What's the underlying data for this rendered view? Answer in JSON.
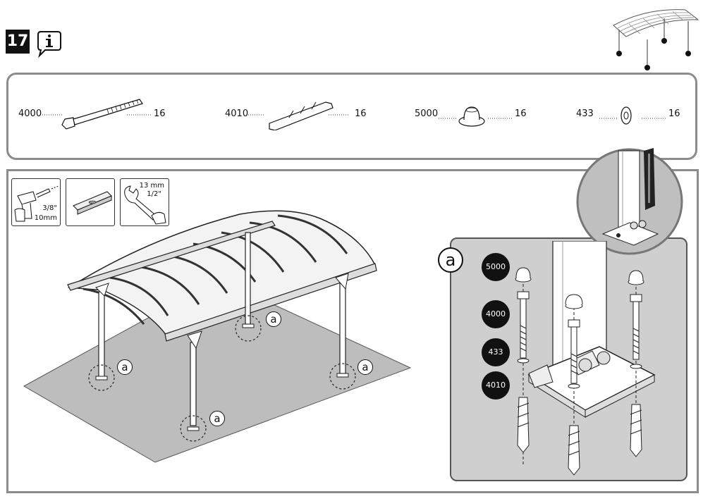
{
  "step": {
    "number": "17"
  },
  "parts": [
    {
      "code": "4000",
      "qty": "16"
    },
    {
      "code": "4010",
      "qty": "16"
    },
    {
      "code": "5000",
      "qty": "16"
    },
    {
      "code": "433",
      "qty": "16"
    }
  ],
  "tools": {
    "drill_size_in": "3/8\"",
    "drill_size_mm": "10mm",
    "wrench_mm": "13 mm",
    "wrench_in": "1/2\""
  },
  "callout_label": "a",
  "detail": {
    "label": "a",
    "badges": [
      "5000",
      "4000",
      "433",
      "4010"
    ]
  }
}
